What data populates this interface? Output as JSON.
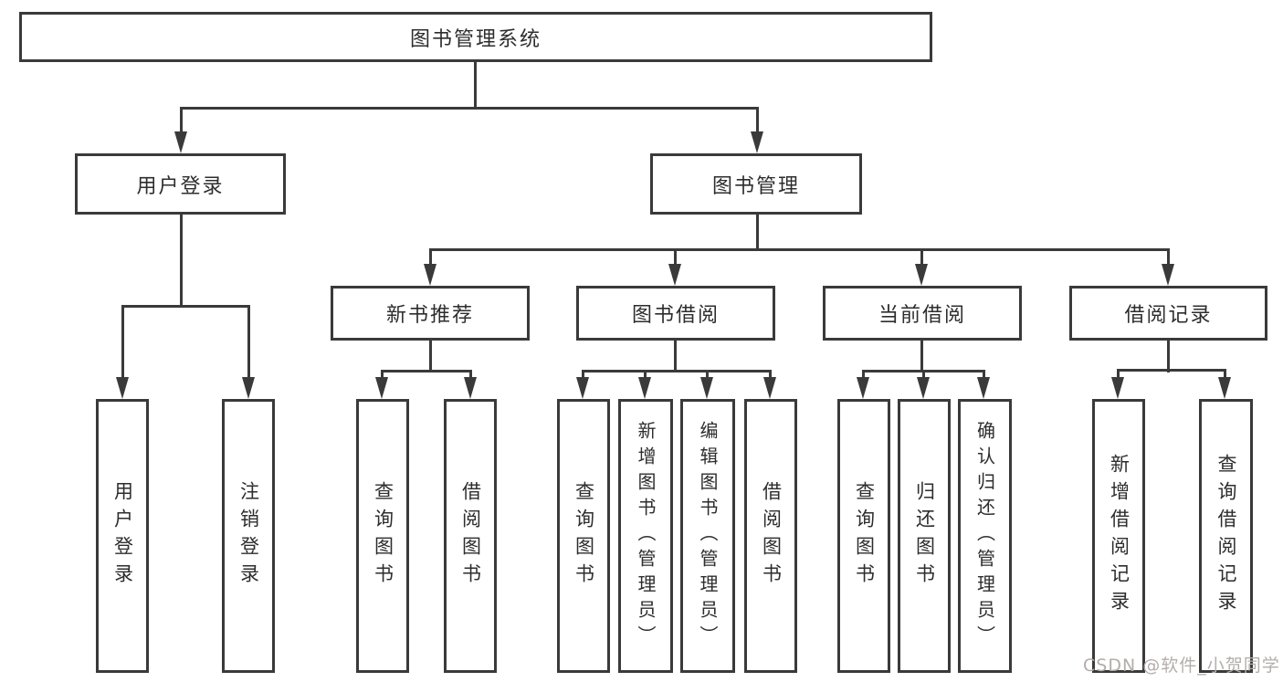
{
  "colors": {
    "line": "#3a3a3a",
    "text": "#2d2d2d",
    "background": "#ffffff",
    "watermark": "#b3adab"
  },
  "watermark": "CSDN @软件_小贺同学",
  "tree": {
    "label": "图书管理系统",
    "children": [
      {
        "label": "用户登录",
        "children": [
          {
            "label": "用户登录"
          },
          {
            "label": "注销登录"
          }
        ]
      },
      {
        "label": "图书管理",
        "children": [
          {
            "label": "新书推荐",
            "children": [
              {
                "label": "查询图书"
              },
              {
                "label": "借阅图书"
              }
            ]
          },
          {
            "label": "图书借阅",
            "children": [
              {
                "label": "查询图书"
              },
              {
                "label": "新增图书（管理员）"
              },
              {
                "label": "编辑图书（管理员）"
              },
              {
                "label": "借阅图书"
              }
            ]
          },
          {
            "label": "当前借阅",
            "children": [
              {
                "label": "查询图书"
              },
              {
                "label": "归还图书"
              },
              {
                "label": "确认归还（管理员）"
              }
            ]
          },
          {
            "label": "借阅记录",
            "children": [
              {
                "label": "新增借阅记录"
              },
              {
                "label": "查询借阅记录"
              }
            ]
          }
        ]
      }
    ]
  }
}
